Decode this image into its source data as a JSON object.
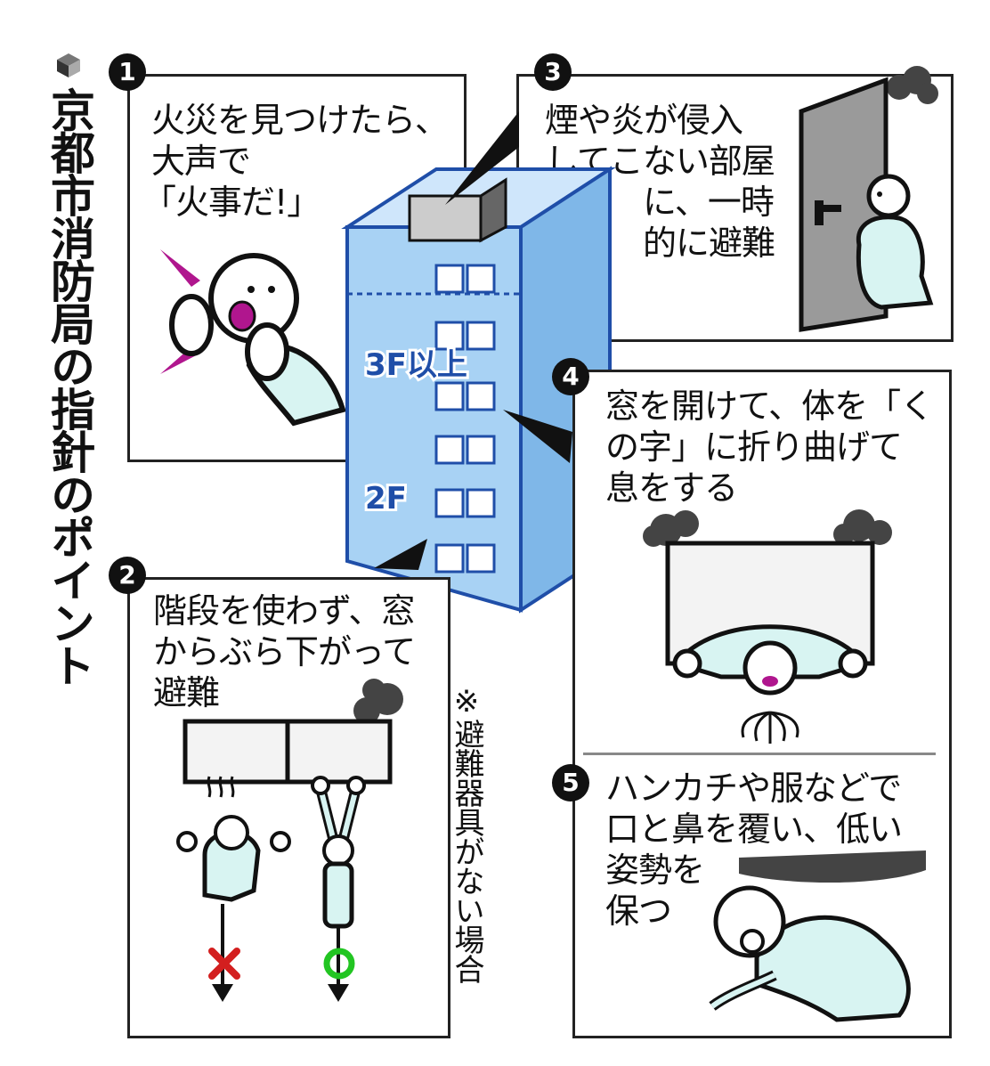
{
  "title": "京都市消防局の指針のポイント",
  "step1": {
    "num": "1",
    "text_lines": [
      "火災を見つけたら、",
      "大声で",
      "「火事だ!」"
    ]
  },
  "step2": {
    "num": "2",
    "text_lines": [
      "階段を使わず、窓",
      "からぶら下がって",
      "避難"
    ],
    "wrong_mark": "×",
    "right_mark": "○"
  },
  "step3": {
    "num": "3",
    "text_lines": [
      "煙や炎が侵入",
      "してこない部屋",
      "に、一時",
      "的に避難"
    ]
  },
  "step4": {
    "num": "4",
    "text_lines": [
      "窓を開けて、体を「く",
      "の字」に折り曲げて",
      "息をする"
    ]
  },
  "step5": {
    "num": "5",
    "text_lines": [
      "ハンカチや服などで",
      "口と鼻を覆い、低い",
      "姿勢を",
      "保つ"
    ]
  },
  "building": {
    "label_upper": "3F以上",
    "label_lower": "2F"
  },
  "note": "※避難器具がない場合",
  "colors": {
    "figure": "#d8f4f2",
    "building": "#a8d2f4",
    "building_edge": "#1f4ea8",
    "smoke": "#555555",
    "wrong": "#d31f1f",
    "right": "#22c522",
    "mouth": "#b0168e"
  }
}
